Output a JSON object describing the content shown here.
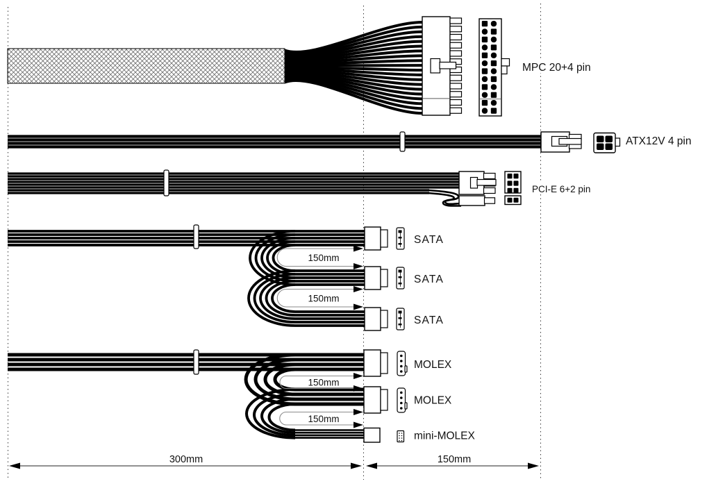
{
  "labels": {
    "mpc": "MPC 20+4 pin",
    "atx12v": "ATX12V 4 pin",
    "pcie": "PCI-E 6+2 pin",
    "sata_1": "SATA",
    "sata_2": "SATA",
    "sata_3": "SATA",
    "molex_1": "MOLEX",
    "molex_2": "MOLEX",
    "mini_molex": "mini-MOLEX"
  },
  "loop_lengths": {
    "sata_1": "150mm",
    "sata_2": "150mm",
    "molex_1": "150mm",
    "molex_2": "150mm"
  },
  "dimensions": {
    "left_segment": "300mm",
    "right_segment": "150mm"
  },
  "colors": {
    "wire": "#000000",
    "background": "#ffffff",
    "connector_fill": "#ffffff",
    "guide_line": "#3a3a3a",
    "measure_outline": "#8a8a8a",
    "text": "#111111"
  }
}
